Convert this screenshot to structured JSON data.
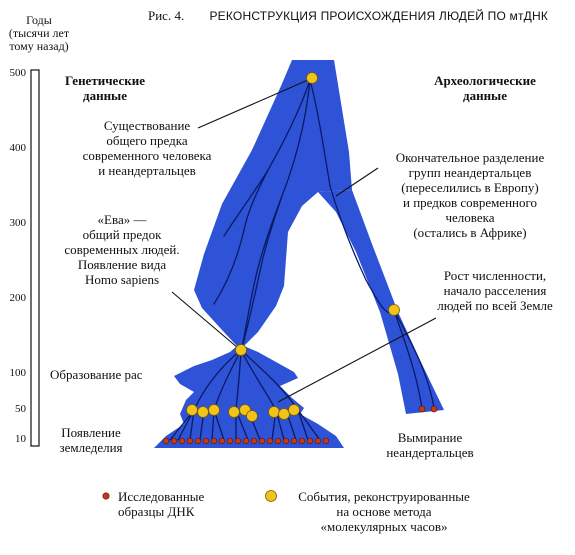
{
  "title": {
    "figure": "Рис. 4.",
    "text": "РЕКОНСТРУКЦИЯ ПРОИСХОЖДЕНИЯ ЛЮДЕЙ ПО мтДНК"
  },
  "axis": {
    "label_lines": [
      "Годы",
      "(тысячи лет",
      "тому назад)"
    ],
    "ticks": [
      "500",
      "400",
      "300",
      "200",
      "100",
      "50",
      "10"
    ]
  },
  "columns": {
    "genetic": [
      "Генетические",
      "данные"
    ],
    "archaeological": [
      "Археологические",
      "данные"
    ]
  },
  "annotations": {
    "common_ancestor": [
      "Существование",
      "общего предка",
      "современного человека",
      "и неандертальцев"
    ],
    "final_split": [
      "Окончательное разделение",
      "групп неандертальцев",
      "(переселились в Европу)",
      "и предков современного",
      "человека",
      "(остались в Африке)"
    ],
    "eve": [
      "«Ева» —",
      "общий предок",
      "современных людей.",
      "Появление вида",
      "Homo sapiens"
    ],
    "population_growth": [
      "Рост численности,",
      "начало расселения",
      "людей по всей Земле"
    ],
    "races": [
      "Образование рас"
    ],
    "agriculture": [
      "Появление",
      "земледелия"
    ],
    "neanderthal_extinction": [
      "Вымирание",
      "неандертальцев"
    ]
  },
  "legend": {
    "samples": [
      "Исследованные",
      "образцы ДНК"
    ],
    "events": [
      "События, реконструированные",
      "на основе метода",
      "«молекулярных часов»"
    ]
  },
  "colors": {
    "tree_fill": "#2f53d6",
    "tree_line": "#0b1a66",
    "sample_dot": "#c23a1a",
    "event_dot": "#f1c419"
  }
}
